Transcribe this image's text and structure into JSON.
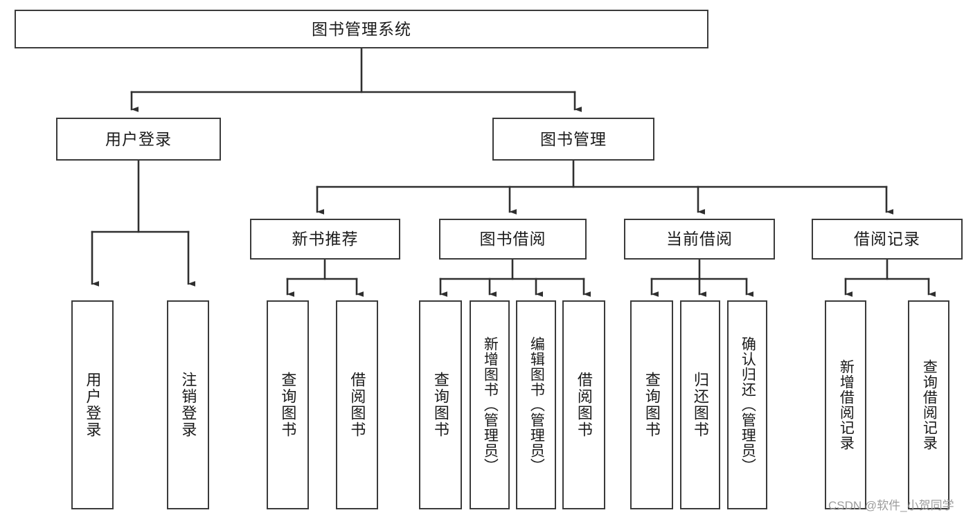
{
  "diagram": {
    "title": "图书管理系统",
    "type": "hierarchy-tree",
    "root": {
      "id": "root",
      "label": "图书管理系统"
    },
    "level1": [
      {
        "id": "login",
        "label": "用户登录"
      },
      {
        "id": "bookmgmt",
        "label": "图书管理"
      }
    ],
    "level2": [
      {
        "id": "newbook",
        "label": "新书推荐",
        "parent": "bookmgmt"
      },
      {
        "id": "borrow",
        "label": "图书借阅",
        "parent": "bookmgmt"
      },
      {
        "id": "current",
        "label": "当前借阅",
        "parent": "bookmgmt"
      },
      {
        "id": "record",
        "label": "借阅记录",
        "parent": "bookmgmt"
      }
    ],
    "leaves": [
      {
        "id": "leaf-user-login",
        "label": "用户登录",
        "parent": "login"
      },
      {
        "id": "leaf-user-logout",
        "label": "注销登录",
        "parent": "login"
      },
      {
        "id": "leaf-query-book-1",
        "label": "查询图书",
        "parent": "newbook"
      },
      {
        "id": "leaf-borrow-book-1",
        "label": "借阅图书",
        "parent": "newbook"
      },
      {
        "id": "leaf-query-book-2",
        "label": "查询图书",
        "parent": "borrow"
      },
      {
        "id": "leaf-add-book",
        "label": "新增图书（管理员）",
        "parent": "borrow"
      },
      {
        "id": "leaf-edit-book",
        "label": "编辑图书（管理员）",
        "parent": "borrow"
      },
      {
        "id": "leaf-borrow-book-2",
        "label": "借阅图书",
        "parent": "borrow"
      },
      {
        "id": "leaf-query-book-3",
        "label": "查询图书",
        "parent": "current"
      },
      {
        "id": "leaf-return-book",
        "label": "归还图书",
        "parent": "current"
      },
      {
        "id": "leaf-confirm-return",
        "label": "确认归还（管理员）",
        "parent": "current"
      },
      {
        "id": "leaf-add-record",
        "label": "新增借阅记录",
        "parent": "record"
      },
      {
        "id": "leaf-query-record",
        "label": "查询借阅记录",
        "parent": "record"
      }
    ],
    "colors": {
      "border": "#3a3a3a",
      "connector": "#2f2f2f",
      "background": "#ffffff",
      "text": "#1a1a1a",
      "watermark": "#9c9c9c"
    }
  },
  "watermark": {
    "text": "CSDN @软件_小贺同学"
  }
}
